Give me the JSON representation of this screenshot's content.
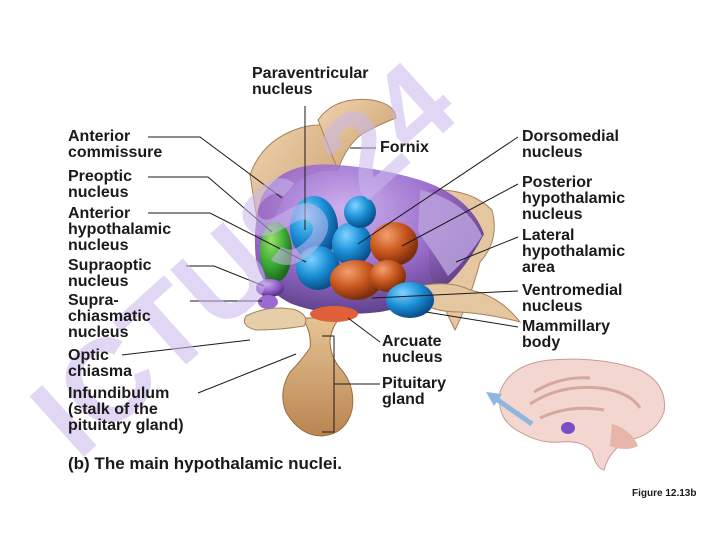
{
  "labels": {
    "paraventricular": "Paraventricular\nnucleus",
    "anterior_commissure": "Anterior\ncommissure",
    "preoptic": "Preoptic\nnucleus",
    "anterior_hypothalamic": "Anterior\nhypothalamic\nnucleus",
    "supraoptic": "Supraoptic\nnucleus",
    "suprachiasmatic": "Supra-\nchiasmatic\nnucleus",
    "optic_chiasma": "Optic\nchiasma",
    "infundibulum": "Infundibulum\n(stalk of the\npituitary gland)",
    "fornix": "Fornix",
    "dorsomedial": "Dorsomedial\nnucleus",
    "posterior_hypothalamic": "Posterior\nhypothalamic\nnucleus",
    "lateral_hypothalamic": "Lateral\nhypothalamic\narea",
    "ventromedial": "Ventromedial\nnucleus",
    "mammillary": "Mammillary\nbody",
    "arcuate": "Arcuate\nnucleus",
    "pituitary": "Pituitary\ngland"
  },
  "caption": "(b) The main hypothalamic nuclei.",
  "figure_ref": "Figure 12.13b",
  "watermark": "ICTUS 24",
  "colors": {
    "purple_region": "#7b5fb0",
    "blue_nuclei": "#1b8fd6",
    "green_nucleus": "#3aaa35",
    "orange_nuclei": "#c8561e",
    "tan_structures": "#d8b48a",
    "watermark": "#c9b8ee"
  }
}
